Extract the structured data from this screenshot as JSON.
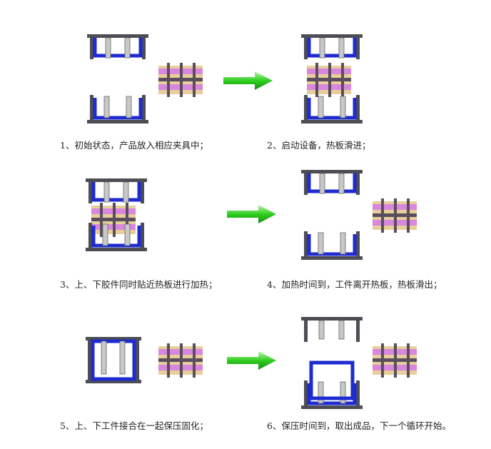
{
  "colors": {
    "frame": "#4d4d55",
    "fixture": "#1e2bd0",
    "rod": "#c8c8c8",
    "plate_pink": "#d986df",
    "plate_tan": "#e6cf98",
    "plate_dark": "#5a4e5e",
    "arrow_green": "#2fcf1f"
  },
  "steps": [
    {
      "caption": "1、初始状态，产品放入相应夹具中；"
    },
    {
      "caption": "2、启动设备，热板滑进；"
    },
    {
      "caption": "3、上、下胶件同时贴近热板进行加热；"
    },
    {
      "caption": "4、加热时间到，工件离开热板，热板滑出；"
    },
    {
      "caption": "5、上、下工件接合在一起保压固化；"
    },
    {
      "caption": "6、保压时间到，取出成品，下一个循环开始。"
    }
  ]
}
